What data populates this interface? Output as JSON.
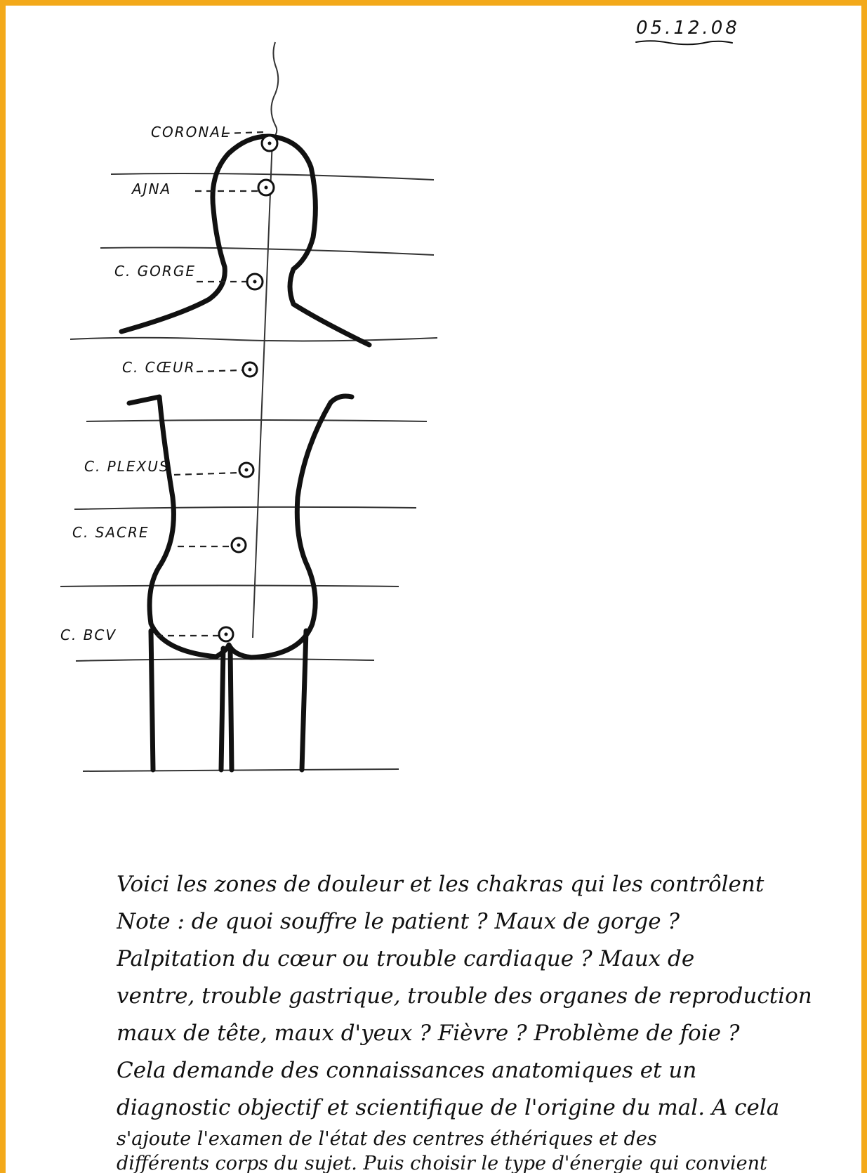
{
  "date": "05.12.08",
  "chakras": [
    {
      "id": "coronal",
      "label": "CORONAL"
    },
    {
      "id": "ajna",
      "label": "AJNA"
    },
    {
      "id": "gorge",
      "label": "C. GORGE"
    },
    {
      "id": "coeur",
      "label": "C. CŒUR"
    },
    {
      "id": "plexus",
      "label": "C. PLEXUS"
    },
    {
      "id": "sacre",
      "label": "C. SACRE"
    },
    {
      "id": "bcv",
      "label": "C. BCV"
    }
  ],
  "notes": [
    "Voici les zones de douleur et les chakras qui les contrôlent",
    "Note : de quoi souffre le patient ? Maux de gorge ?",
    "Palpitation du cœur ou trouble cardiaque ? Maux de",
    "ventre, trouble gastrique, trouble des organes de reproduction",
    "maux de tête, maux d'yeux ? Fièvre ? Problème de foie ?",
    "Cela demande des connaissances anatomiques et un",
    "diagnostic objectif et scientifique de l'origine du mal. A cela",
    "s'ajoute l'examen de l'état des centres éthériques et des",
    "différents corps du sujet. Puis choisir le type d'énergie qui convient"
  ]
}
